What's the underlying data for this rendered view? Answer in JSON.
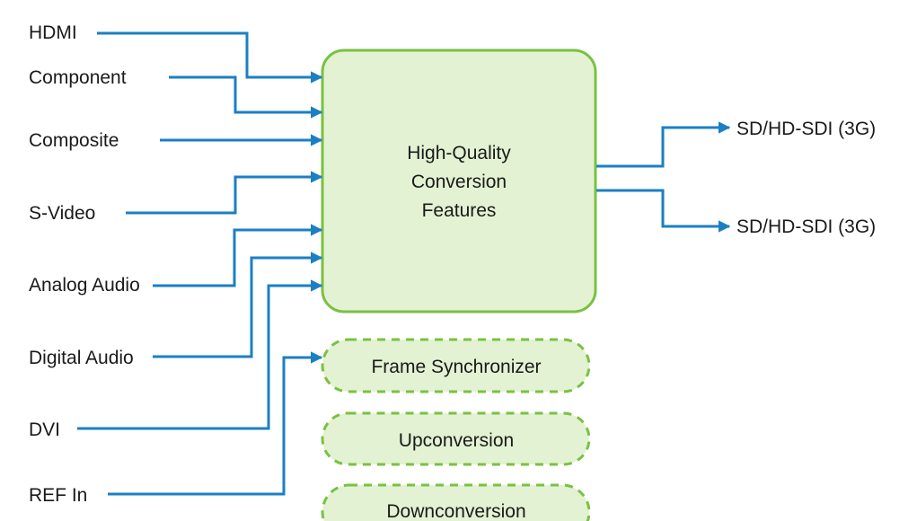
{
  "inputs": [
    {
      "id": "hdmi",
      "label": "HDMI"
    },
    {
      "id": "component",
      "label": "Component"
    },
    {
      "id": "composite",
      "label": "Composite"
    },
    {
      "id": "s-video",
      "label": "S-Video"
    },
    {
      "id": "analog-audio",
      "label": "Analog Audio"
    },
    {
      "id": "digital-audio",
      "label": "Digital Audio"
    },
    {
      "id": "dvi",
      "label": "DVI"
    },
    {
      "id": "ref-in",
      "label": "REF In"
    }
  ],
  "main_block": {
    "lines": [
      "High-Quality",
      "Conversion",
      "Features"
    ]
  },
  "feature_blocks": [
    {
      "id": "frame-synchronizer",
      "label": "Frame Synchronizer"
    },
    {
      "id": "upconversion",
      "label": "Upconversion"
    },
    {
      "id": "downconversion",
      "label": "Downconversion"
    }
  ],
  "outputs": [
    {
      "id": "sdi-1",
      "label": "SD/HD-SDI (3G)"
    },
    {
      "id": "sdi-2",
      "label": "SD/HD-SDI (3G)"
    }
  ],
  "colors": {
    "wire": "#1b7fc4",
    "block_fill": "#e3f2d3",
    "block_border": "#7ac143",
    "text": "#1a1a1a"
  }
}
